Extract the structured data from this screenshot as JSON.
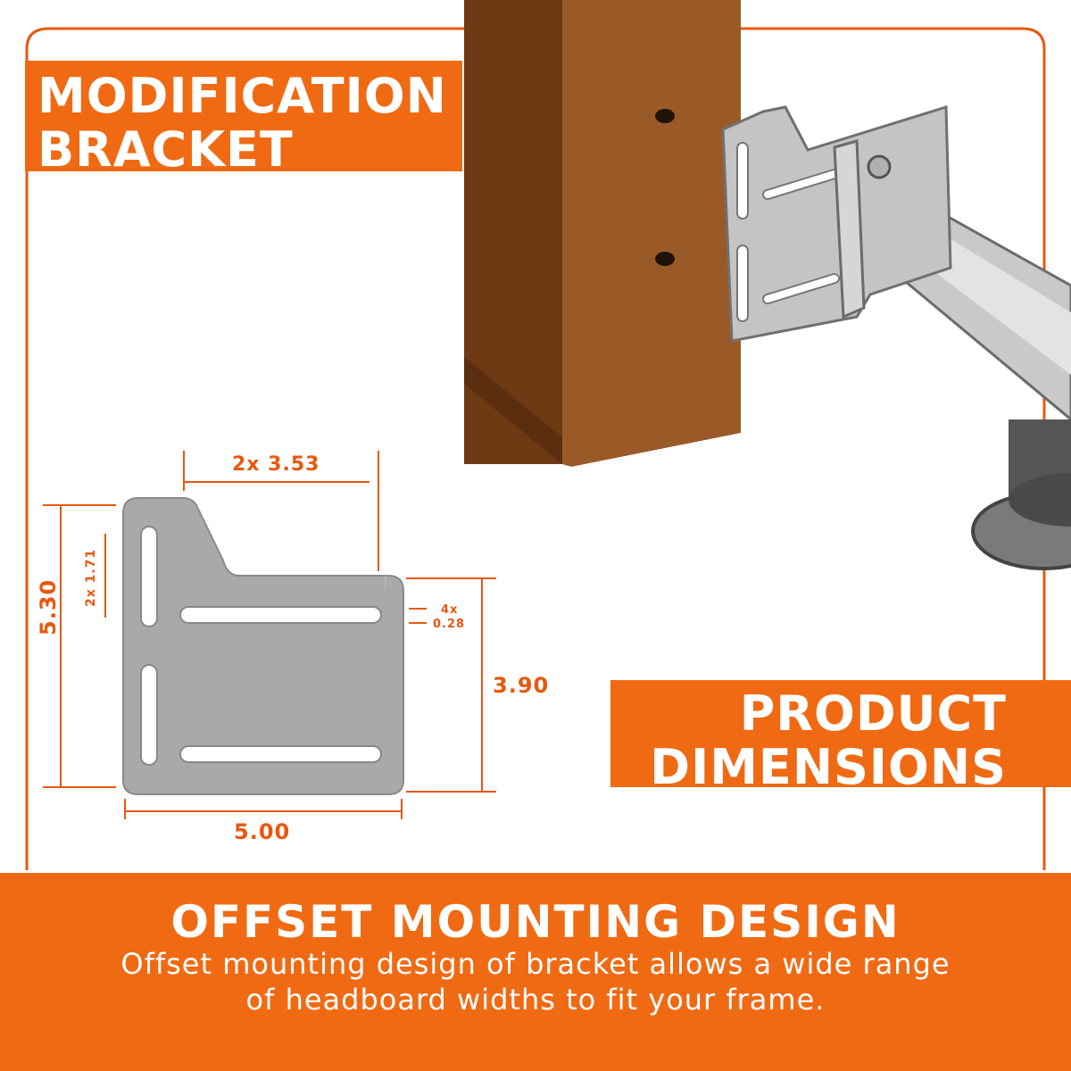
{
  "labels": {
    "modification": [
      "MODIFICATION",
      "BRACKET"
    ],
    "product": [
      "PRODUCT",
      "DIMENSIONS"
    ]
  },
  "bottom": {
    "heading": "OFFSET MOUNTING DESIGN",
    "text": [
      "Offset mounting design of bracket allows a wide range",
      "of headboard widths to fit your frame."
    ]
  },
  "dimensions": {
    "top_width": "2x 3.53",
    "slot_pitch": "2x 1.71",
    "total_height": "5.30",
    "slot_width_count": "4x",
    "slot_width": "0.28",
    "plate_height": "3.90",
    "total_width": "5.00"
  },
  "colors": {
    "accent": "#f06a14",
    "wood": "#8a4f22",
    "metal": "#b5b5b5",
    "dim_line": "#e8580f"
  }
}
